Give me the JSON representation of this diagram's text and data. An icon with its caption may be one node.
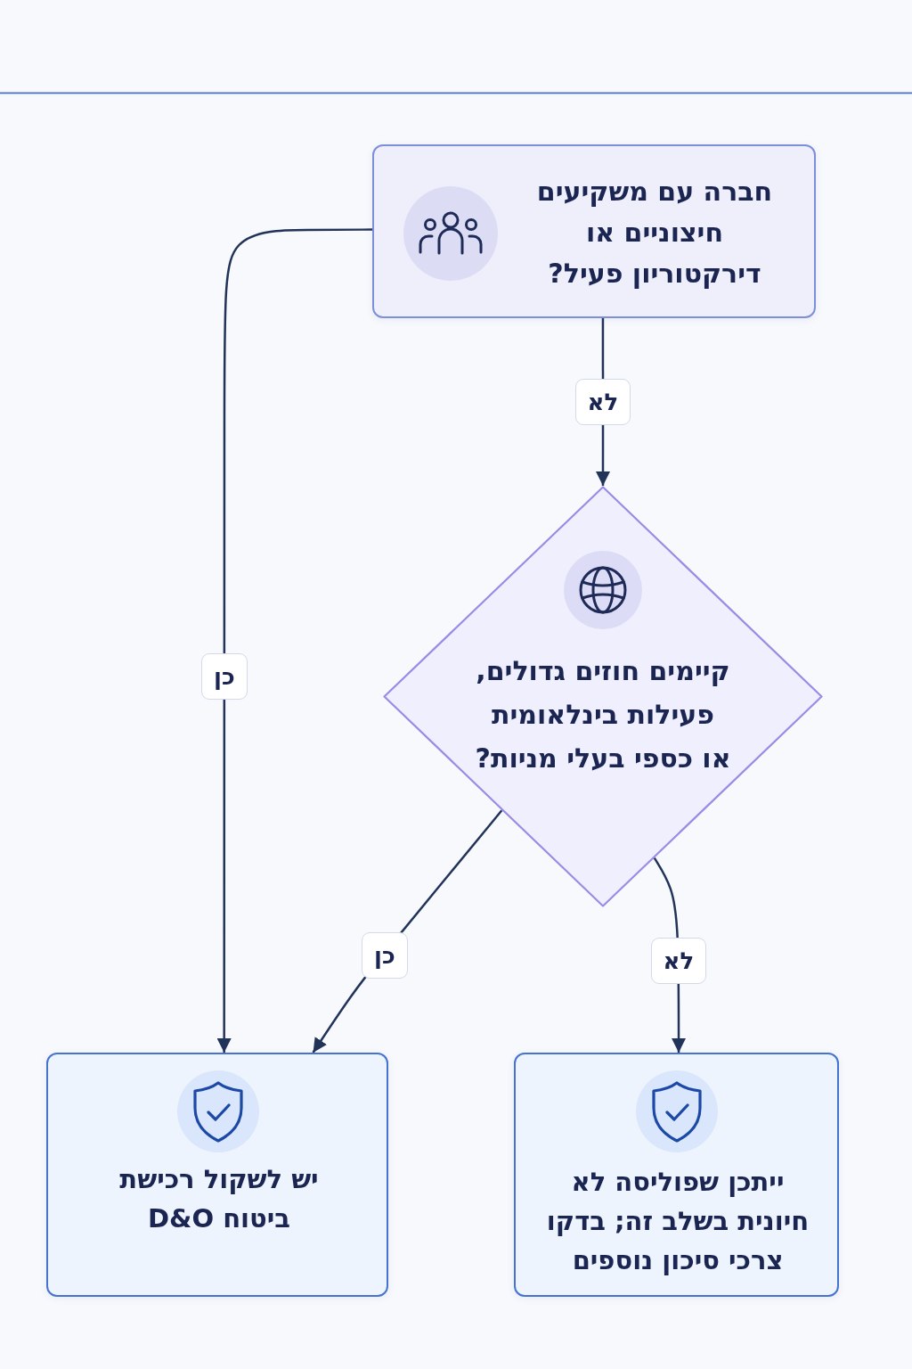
{
  "diagram": {
    "nodes": [
      {
        "text": [
          "חברה עם משקיעים חיצוניים או דירקטוריון פעיל?"
        ]
      },
      {
        "text": [
          "קיימים חוזים גדולים, פעילות בינלאומית או כספי בעלי מניות?"
        ]
      },
      {
        "text": [
          "ייתכן שפוליסה לא חיונית בשלב זה; בדקו צרכי סיכון נוספים"
        ]
      },
      {
        "text": [
          "יש לשקול רכישת ביטוח D&O"
        ]
      }
    ],
    "edges": [
      {
        "from": 0,
        "to": 1,
        "arrow": "to",
        "label": "לא"
      },
      {
        "from": 0,
        "to": 3,
        "arrow": "to",
        "label": "כן"
      },
      {
        "from": 1,
        "to": 3,
        "arrow": "to",
        "label": "כן"
      },
      {
        "from": 1,
        "to": 2,
        "arrow": "to",
        "label": "לא"
      }
    ]
  }
}
